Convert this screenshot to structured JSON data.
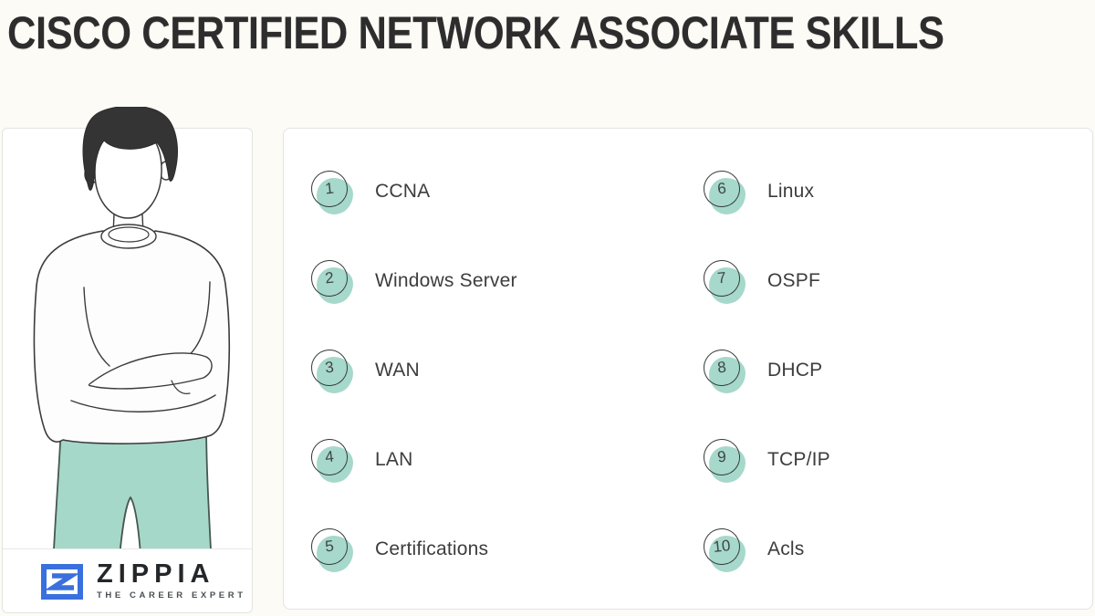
{
  "page": {
    "title": "CISCO CERTIFIED NETWORK ASSOCIATE SKILLS"
  },
  "skills": {
    "items": [
      {
        "number": "1",
        "label": "CCNA"
      },
      {
        "number": "2",
        "label": "Windows Server"
      },
      {
        "number": "3",
        "label": "WAN"
      },
      {
        "number": "4",
        "label": "LAN"
      },
      {
        "number": "5",
        "label": "Certifications"
      },
      {
        "number": "6",
        "label": "Linux"
      },
      {
        "number": "7",
        "label": "OSPF"
      },
      {
        "number": "8",
        "label": "DHCP"
      },
      {
        "number": "9",
        "label": "TCP/IP"
      },
      {
        "number": "10",
        "label": "Acls"
      }
    ]
  },
  "logo": {
    "brand": "ZIPPIA",
    "tagline": "THE CAREER EXPERT"
  },
  "illustration": {
    "alt": "man-with-crossed-arms"
  },
  "colors": {
    "accent_teal": "#a6d8cb",
    "brand_blue": "#3a70de",
    "title_color": "#2d2d2d",
    "label_color": "#3d3d3d",
    "card_border": "#e3e3e0",
    "page_bg": "#fcfbf6"
  }
}
